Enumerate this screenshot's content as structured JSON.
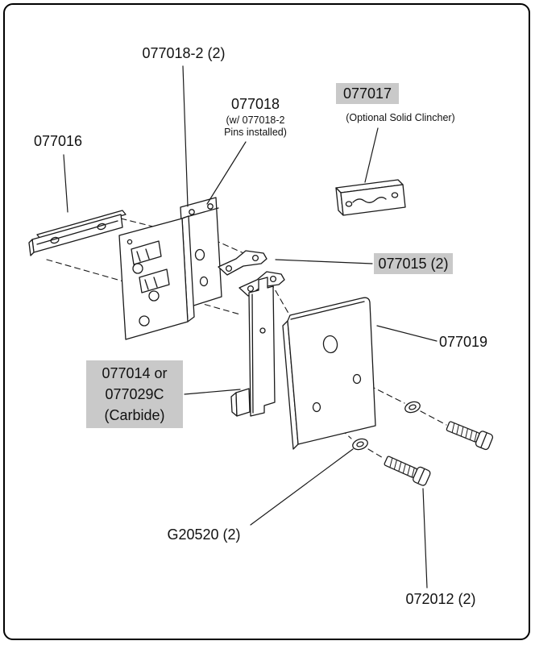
{
  "canvas": {
    "background": "#ffffff",
    "border_color": "#000000",
    "line_color": "#1a1a1a",
    "highlight_color": "#c9c9c9"
  },
  "labels": {
    "pins": "077018-2 (2)",
    "bar": "077016",
    "plate_main": "077018",
    "plate_main_sub1": "(w/ 077018-2",
    "plate_main_sub2": "Pins installed)",
    "optional_clincher": "077017",
    "optional_clincher_sub": "(Optional Solid Clincher)",
    "clincher_points": "077015 (2)",
    "face_plate": "077019",
    "blade_line1": "077014 or",
    "blade_line2": "077029C",
    "blade_line3": "(Carbide)",
    "washers": "G20520 (2)",
    "screws": "072012 (2)"
  }
}
